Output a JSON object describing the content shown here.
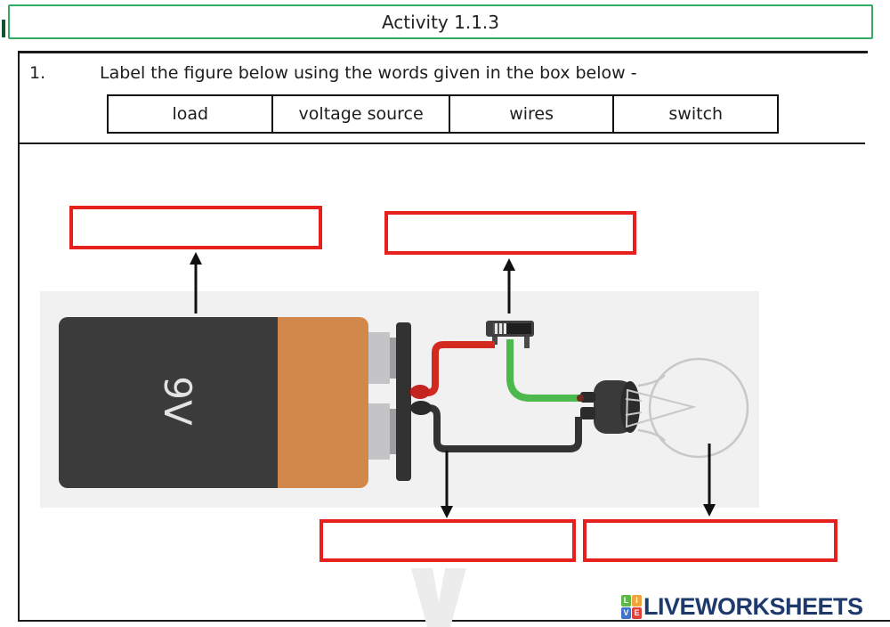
{
  "page": {
    "title": "Activity 1.1.3",
    "question": {
      "number": "1.",
      "text": "Label the figure below using the words given in the box below -"
    },
    "word_bank": [
      {
        "label": "load"
      },
      {
        "label": "voltage source"
      },
      {
        "label": "wires"
      },
      {
        "label": "switch"
      }
    ],
    "answer_boxes": [
      {
        "points_to": "battery",
        "value": ""
      },
      {
        "points_to": "switch",
        "value": ""
      },
      {
        "points_to": "wires",
        "value": ""
      },
      {
        "points_to": "bulb",
        "value": ""
      }
    ],
    "diagram": {
      "battery_label": "9V"
    },
    "footer": {
      "logo_text": "LIVEWORKSHEETS",
      "logo_grid": [
        {
          "letter": "L",
          "color": "#5cb947"
        },
        {
          "letter": "I",
          "color": "#f2a33c"
        },
        {
          "letter": "V",
          "color": "#3f74c9"
        },
        {
          "letter": "E",
          "color": "#e04038"
        }
      ]
    },
    "colors": {
      "title_border_green": "#35aa63",
      "answer_box_red": "#e7201d",
      "wire_red": "#d32a20",
      "wire_green": "#4db84e",
      "wire_black": "#333333",
      "battery_body": "#3b3b3b",
      "battery_orange": "#d2874b",
      "panel_gray": "#f1f1f2",
      "logo_navy": "#1e3a6d"
    }
  }
}
